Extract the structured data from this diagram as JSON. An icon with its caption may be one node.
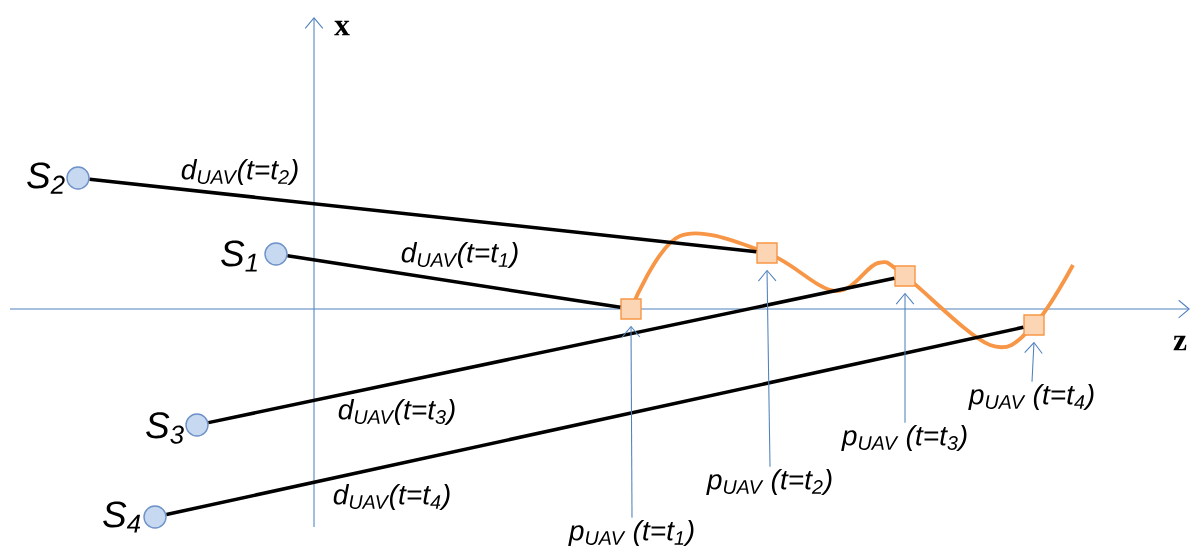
{
  "diagram": {
    "nodes": [
      {
        "text": [],
        "shape": "circle",
        "beside": [
          "S$_{1}$"
        ]
      },
      {
        "text": [],
        "shape": "circle",
        "beside": [
          "S$_{2}$"
        ]
      },
      {
        "text": [],
        "shape": "circle",
        "beside": [
          "S$_{3}$"
        ]
      },
      {
        "text": [],
        "shape": "circle",
        "beside": [
          "S$_{4}$"
        ]
      },
      {
        "text": [],
        "shape": "box"
      },
      {
        "text": [],
        "shape": "box"
      },
      {
        "text": [],
        "shape": "box"
      },
      {
        "text": [],
        "shape": "box"
      },
      {
        "text": [
          "p$_{UAV}$ (t=t$_{1}$)"
        ]
      },
      {
        "text": [
          "p$_{UAV}$ (t=t$_{2}$)"
        ]
      },
      {
        "text": [
          "p$_{UAV}$ (t=t$_{3}$)"
        ]
      },
      {
        "text": [
          "p$_{UAV}$ (t=t$_{4}$)"
        ]
      }
    ],
    "edges": [
      {
        "from": 0,
        "to": 4,
        "arrow": "none",
        "label": "d$_{UAV}$(t=t$_{1}$)",
        "style": "thick",
        "color": "#000000"
      },
      {
        "from": 1,
        "to": 5,
        "arrow": "none",
        "label": "d$_{UAV}$(t=t$_{2}$)",
        "style": "thick",
        "color": "#000000"
      },
      {
        "from": 2,
        "to": 6,
        "arrow": "none",
        "label": "d$_{UAV}$(t=t$_{3}$)",
        "style": "thick",
        "color": "#000000"
      },
      {
        "from": 3,
        "to": 7,
        "arrow": "none",
        "label": "d$_{UAV}$(t=t$_{4}$)",
        "style": "thick",
        "color": "#000000"
      },
      {
        "from": 8,
        "to": 4,
        "arrow": "to",
        "color": "#4f81bd"
      },
      {
        "from": 9,
        "to": 5,
        "arrow": "to",
        "color": "#4f81bd"
      },
      {
        "from": 10,
        "to": 6,
        "arrow": "to",
        "color": "#4f81bd"
      },
      {
        "from": 11,
        "to": 7,
        "arrow": "to",
        "color": "#4f81bd"
      }
    ],
    "labels": [
      "x",
      "z"
    ]
  }
}
